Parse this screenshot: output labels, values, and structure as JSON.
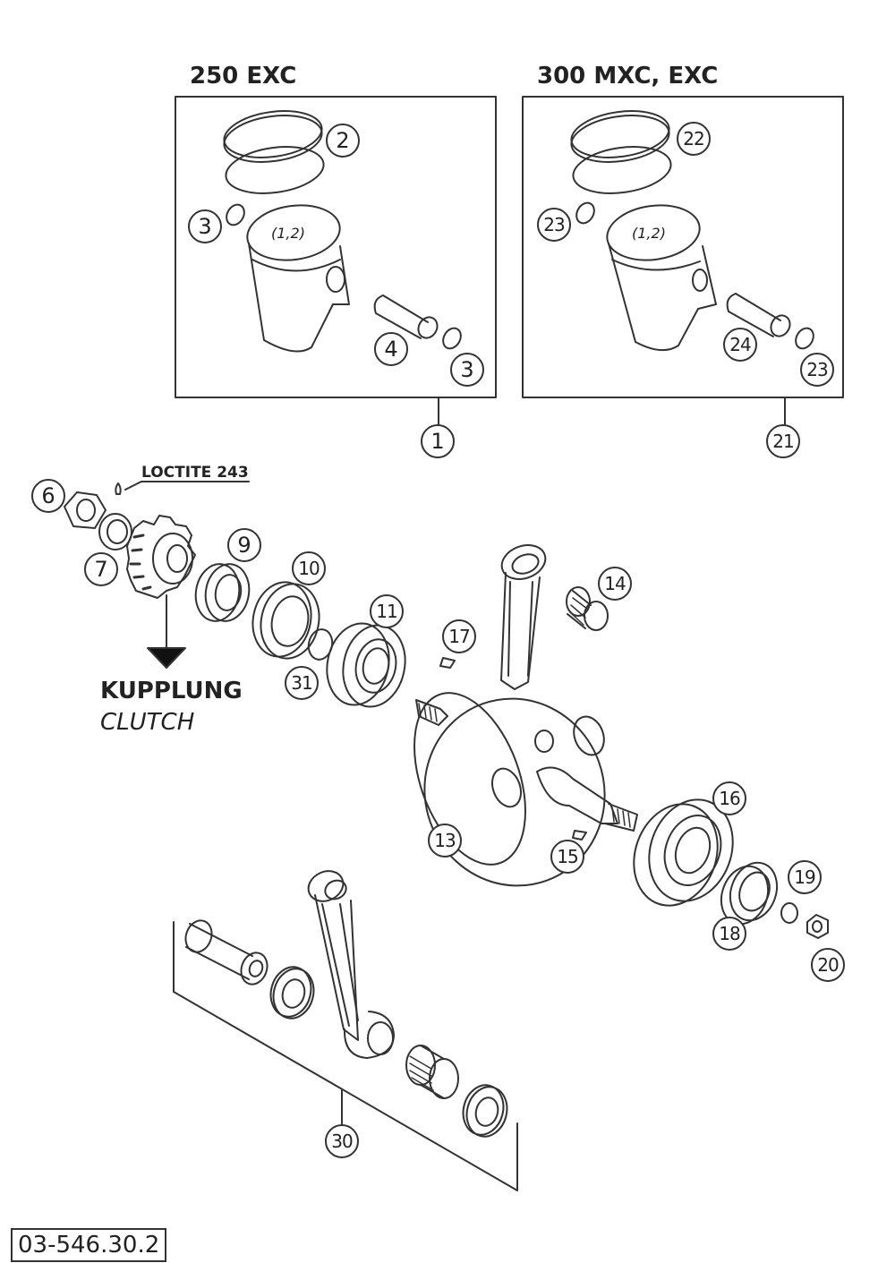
{
  "groups": {
    "left_title": "250 EXC",
    "right_title": "300 MXC, EXC"
  },
  "labels": {
    "loctite": "LOCTITE 243",
    "clutch_de": "KUPPLUNG",
    "clutch_en": "CLUTCH",
    "piston_marking": "(1,2)",
    "figure_number": "03-546.30.2"
  },
  "callouts": {
    "c1": "1",
    "c2": "2",
    "c3a": "3",
    "c3b": "3",
    "c4": "4",
    "c6": "6",
    "c7": "7",
    "c9": "9",
    "c10": "10",
    "c11": "11",
    "c13": "13",
    "c14": "14",
    "c15": "15",
    "c16": "16",
    "c17": "17",
    "c18": "18",
    "c19": "19",
    "c20": "20",
    "c21": "21",
    "c22": "22",
    "c23a": "23",
    "c23b": "23",
    "c24": "24",
    "c30": "30",
    "c31": "31"
  }
}
